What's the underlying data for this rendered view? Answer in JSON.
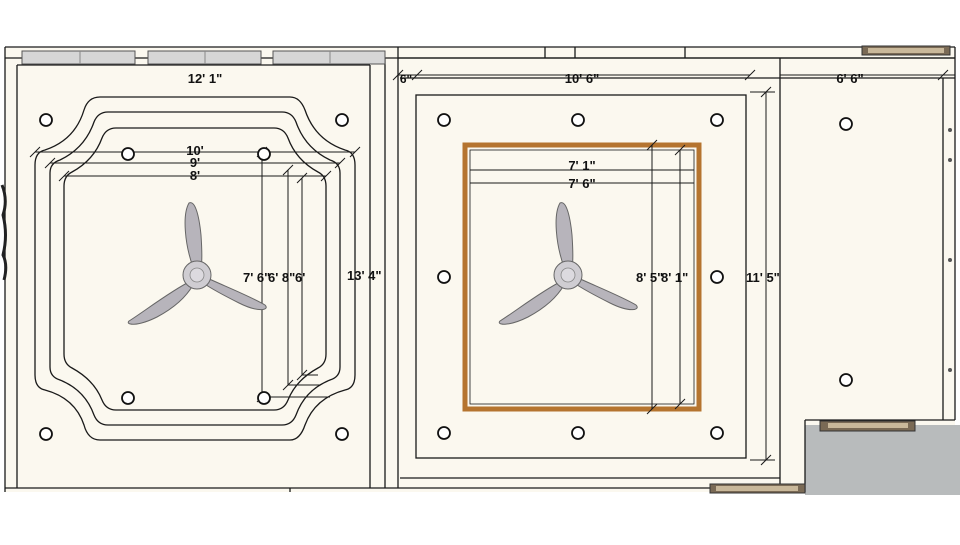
{
  "plan": {
    "left_room": {
      "top_width_label": "12' 1\"",
      "overall_length_label": "13' 4\"",
      "tier_widths": [
        "10'",
        "9'",
        "8'"
      ],
      "tier_lengths": [
        "7' 6\"",
        "6' 8\"",
        "6'"
      ]
    },
    "middle_room": {
      "left_gap_label": "6\"",
      "outer_width_label": "10' 6\"",
      "outer_length_label": "11' 5\"",
      "panel_widths": [
        "7' 1\"",
        "7' 6\""
      ],
      "panel_lengths": [
        "8' 5\"",
        "8' 1\""
      ]
    },
    "right_room": {
      "width_label": "6' 6\""
    },
    "colors": {
      "background": "#ffffff",
      "floor": "#fbf8ef",
      "line": "#1a1a1a",
      "wood_frame": "#b5742f",
      "fan": "#b7b4bb",
      "window": "#d6d6d6",
      "shade": "#b8bbbc"
    },
    "icons": {
      "fan": "ceiling-fan-icon",
      "light": "recessed-light-icon",
      "door": "door-icon"
    }
  }
}
